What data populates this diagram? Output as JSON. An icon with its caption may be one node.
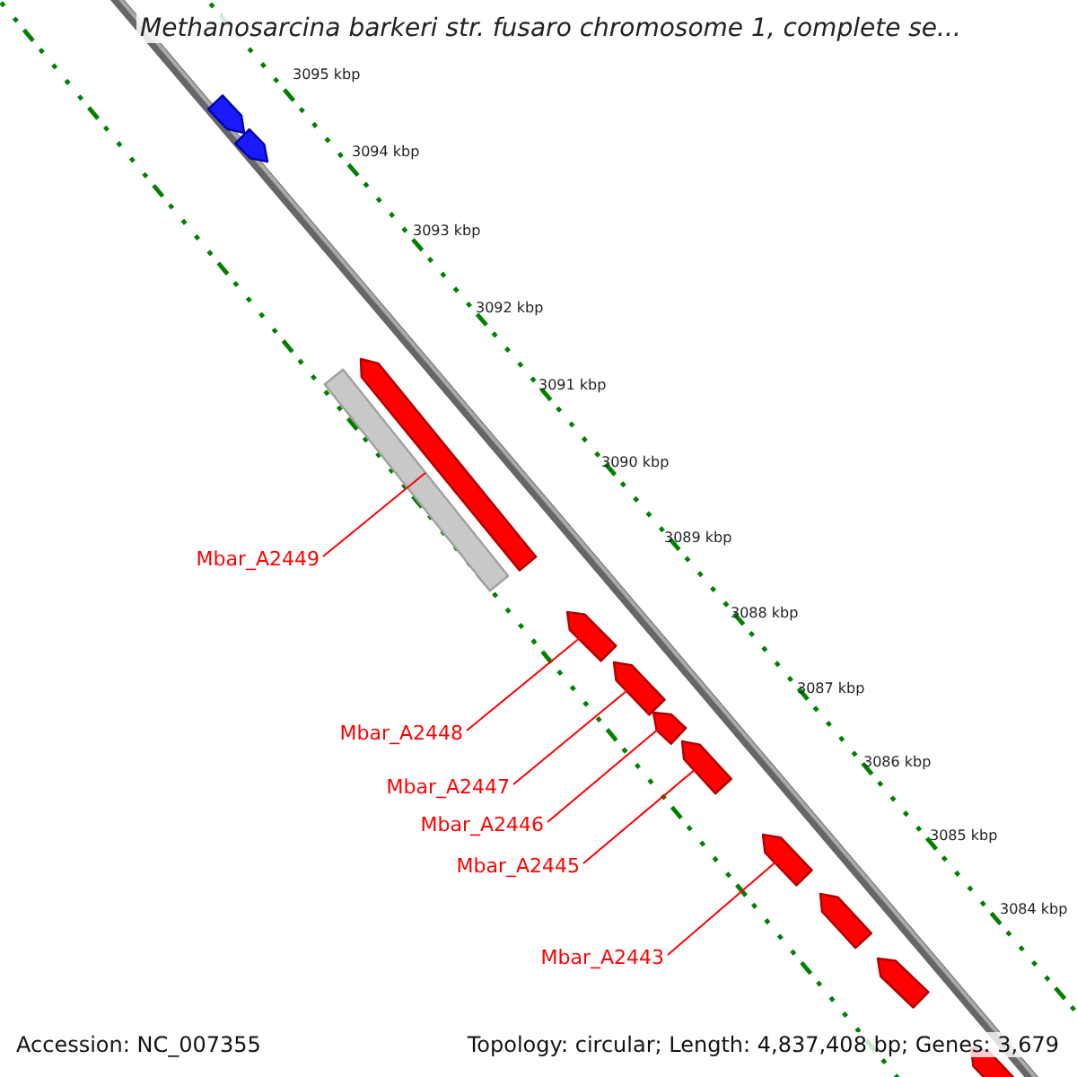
{
  "diagram": {
    "title": "Methanosarcina barkeri str. fusaro chromosome 1, complete se...",
    "nodes": [
      {
        "text": [],
        "shape": "pentagon"
      },
      {
        "text": [],
        "shape": "pentagon"
      },
      {
        "text": [],
        "shape": "bar"
      },
      {
        "text": [],
        "shape": "pentagon"
      },
      {
        "text": [],
        "shape": "pentagon"
      },
      {
        "text": [],
        "shape": "pentagon"
      },
      {
        "text": [],
        "shape": "pentagon"
      },
      {
        "text": [],
        "shape": "pentagon"
      },
      {
        "text": [],
        "shape": "pentagon"
      },
      {
        "text": [],
        "shape": "pentagon"
      },
      {
        "text": [],
        "shape": "pentagon"
      },
      {
        "text": [],
        "shape": "pentagon"
      },
      {
        "text": [
          "Mbar_A2449"
        ]
      },
      {
        "text": [
          "Mbar_A2448"
        ]
      },
      {
        "text": [
          "Mbar_A2447"
        ]
      },
      {
        "text": [
          "Mbar_A2446"
        ]
      },
      {
        "text": [
          "Mbar_A2445"
        ]
      },
      {
        "text": [
          "Mbar_A2443"
        ]
      }
    ],
    "edges": [
      {
        "from": 12,
        "to": 2,
        "arrow": "none"
      },
      {
        "from": 13,
        "to": 4,
        "arrow": "none"
      },
      {
        "from": 14,
        "to": 5,
        "arrow": "none"
      },
      {
        "from": 15,
        "to": 6,
        "arrow": "none"
      },
      {
        "from": 16,
        "to": 7,
        "arrow": "none"
      },
      {
        "from": 17,
        "to": 8,
        "arrow": "none"
      }
    ],
    "labels": [
      "3095 kbp",
      "3094 kbp",
      "3093 kbp",
      "3092 kbp",
      "3091 kbp",
      "3090 kbp",
      "3089 kbp",
      "3088 kbp",
      "3087 kbp",
      "3086 kbp",
      "3085 kbp",
      "3084 kbp",
      "Accession: NC_007355",
      "Topology: circular; Length: 4,837,408 bp; Genes: 3,679"
    ]
  }
}
